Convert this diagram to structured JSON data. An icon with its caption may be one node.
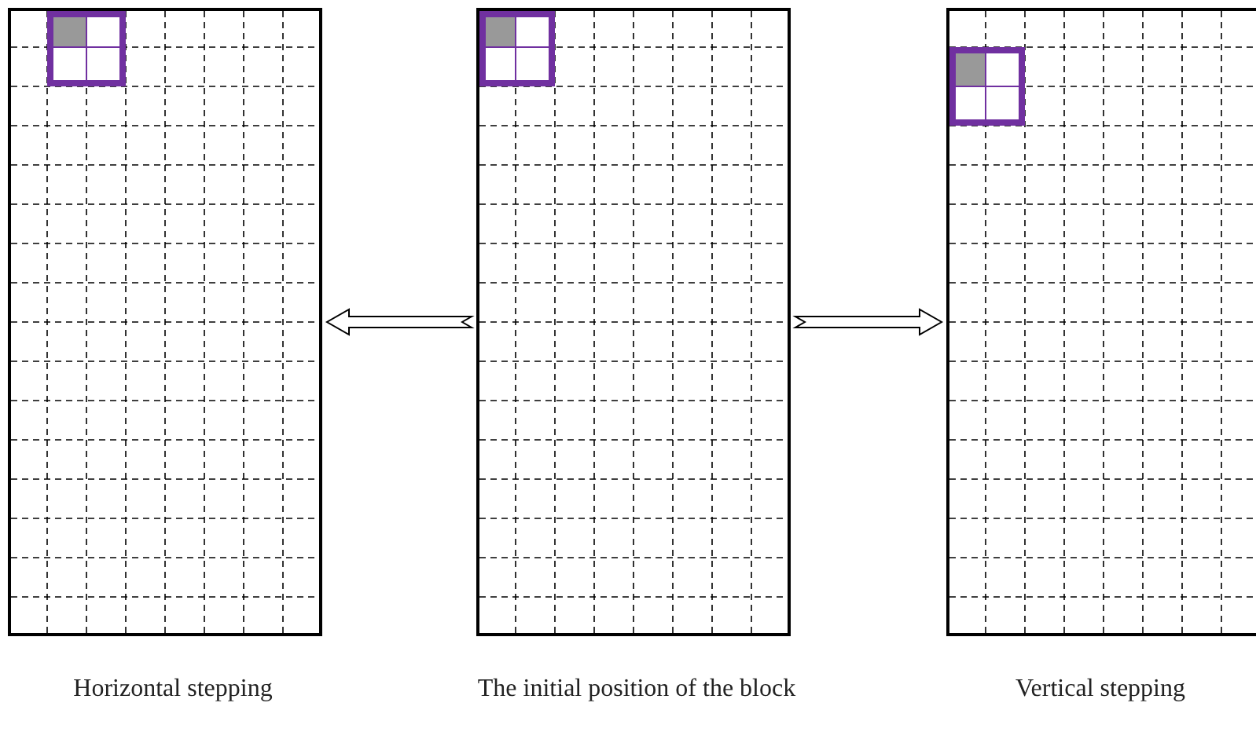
{
  "diagram": {
    "nodes": [
      {
        "text": [],
        "shape": "box",
        "beside": [
          "Horizontal stepping"
        ]
      },
      {
        "text": [],
        "shape": "box",
        "beside": [
          "The initial position of the block"
        ]
      },
      {
        "text": [],
        "shape": "box",
        "beside": [
          "Vertical stepping"
        ]
      }
    ],
    "edges": [
      {
        "from": 1,
        "to": 0,
        "arrow": "to"
      },
      {
        "from": 1,
        "to": 2,
        "arrow": "to"
      }
    ]
  }
}
